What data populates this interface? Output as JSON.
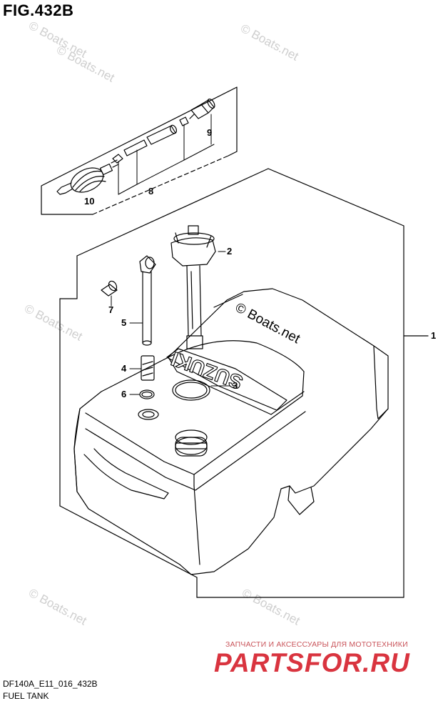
{
  "figure": {
    "title": "FIG.432B"
  },
  "watermarks": [
    "© Boats.net",
    "© Boats.net",
    "© Boats.net",
    "© Boats.net",
    "© Boats.net",
    "© Boats.net"
  ],
  "watermark_dark": "© Boats.net",
  "tank_logo_text": "SUZUKI",
  "callouts": [
    "1",
    "2",
    "3",
    "4",
    "5",
    "6",
    "7",
    "8",
    "9",
    "10"
  ],
  "footer": {
    "code": "DF140A_E11_016_432B",
    "name": "FUEL TANK"
  },
  "banner": {
    "tagline": "ЗАПЧАСТИ И АКСЕССУАРЫ ДЛЯ МОТОТЕХНИКИ",
    "brand": "PARTSFOR.RU"
  },
  "colors": {
    "line": "#000000",
    "watermark": "#cfcfcf",
    "brand": "#d9343f"
  }
}
